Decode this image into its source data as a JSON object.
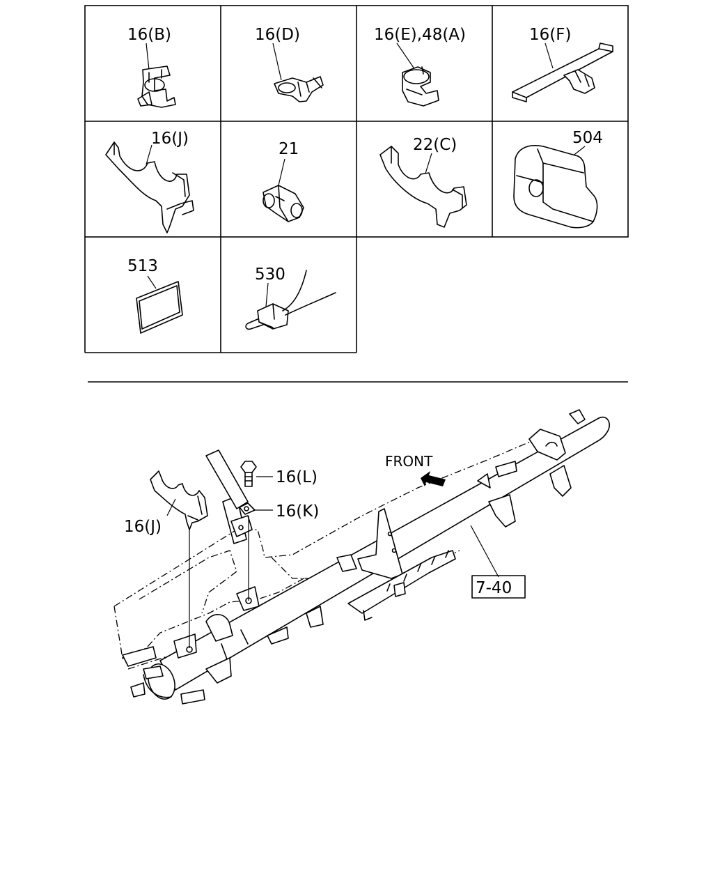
{
  "parts_grid": {
    "cells": [
      {
        "label": "16(B)"
      },
      {
        "label": "16(D)"
      },
      {
        "label": "16(E),48(A)"
      },
      {
        "label": "16(F)"
      },
      {
        "label": "16(J)"
      },
      {
        "label": "21"
      },
      {
        "label": "22(C)"
      },
      {
        "label": "504"
      },
      {
        "label": "513"
      },
      {
        "label": "530"
      }
    ]
  },
  "assembly": {
    "callouts": {
      "clip_j": "16(J)",
      "bolt_l": "16(L)",
      "washer_k": "16(K)",
      "front": "FRONT",
      "ref": "7-40"
    }
  }
}
